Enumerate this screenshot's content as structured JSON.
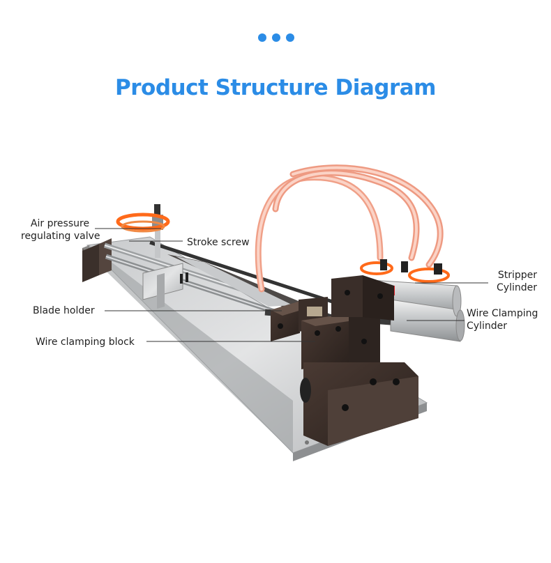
{
  "header": {
    "title": "Product Structure Diagram"
  },
  "colors": {
    "accent": "#2b8ce6",
    "leader_line": "#333333"
  },
  "labels": {
    "air_pressure_valve": [
      "Air pressure",
      "regulating valve"
    ],
    "stroke_screw": "Stroke screw",
    "blade_holder": "Blade holder",
    "wire_clamping_block": "Wire clamping block",
    "stripper_cylinder": [
      "Stripper",
      "Cylinder"
    ],
    "wire_clamping_cylinder": [
      "Wire Clamping",
      "Cylinder"
    ]
  }
}
